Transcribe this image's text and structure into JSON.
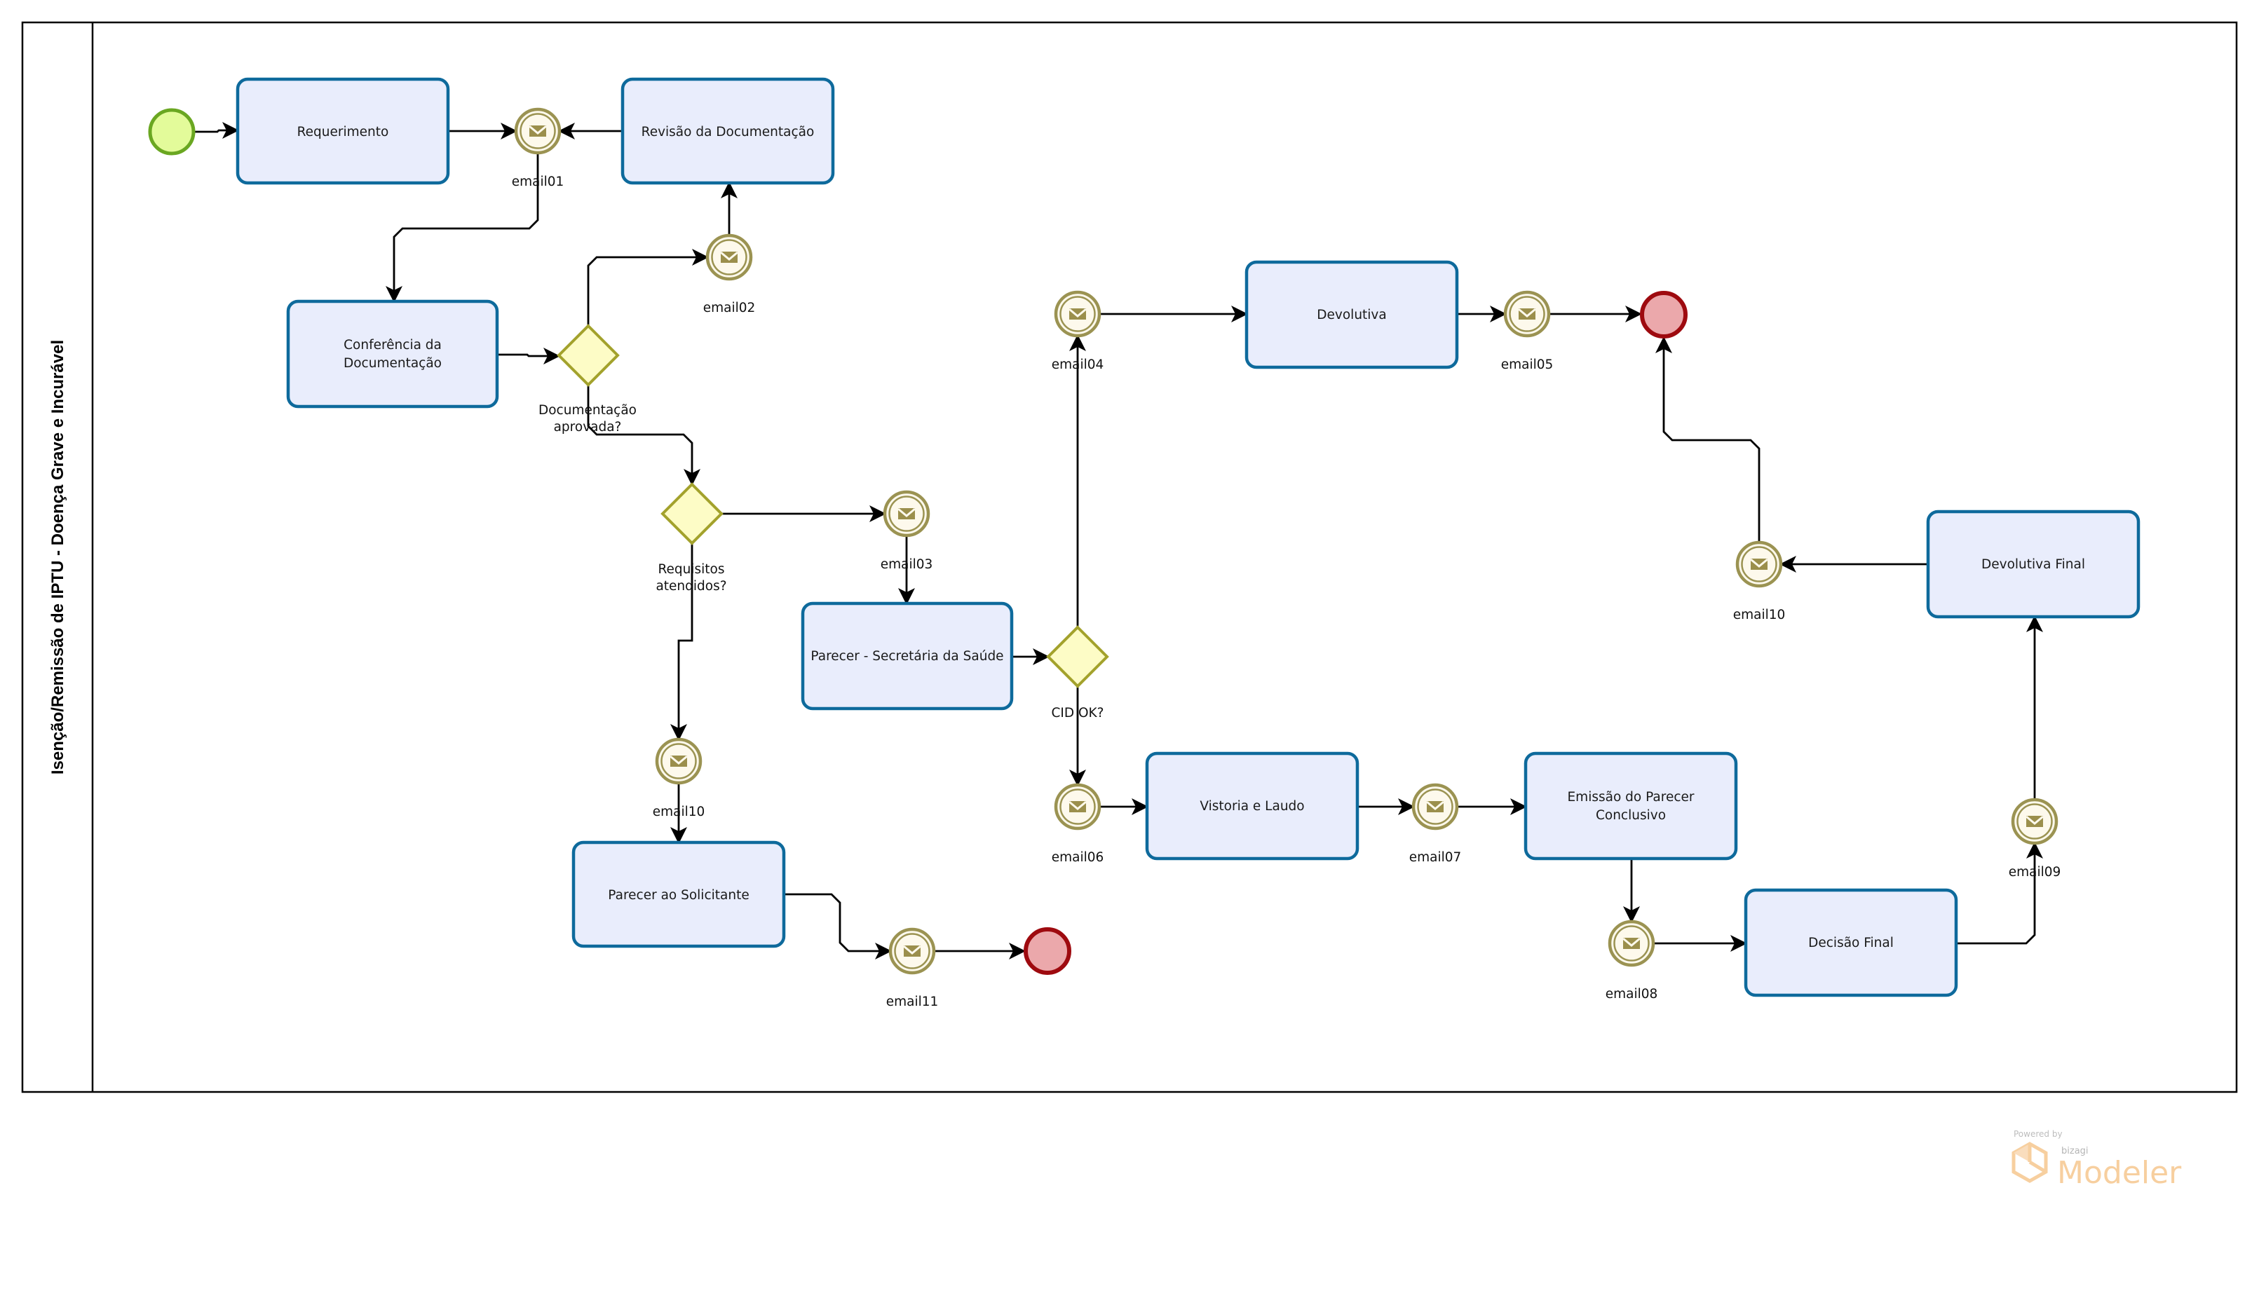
{
  "diagram": {
    "pool_title": "Isenção/Remissão de IPTU - Doença Grave e Incurável",
    "colors": {
      "task_fill": "#e9edfc",
      "task_border": "#0e6a9c",
      "gateway_fill": "#fdfcc6",
      "gateway_border": "#a3a22c",
      "start_fill": "#e3fb9a",
      "start_border": "#6aa721",
      "end_fill": "#eba8ab",
      "end_border": "#9e0a0f",
      "message_event": "#9b9352"
    },
    "start_event": {
      "id": "start",
      "label": ""
    },
    "end_events": [
      {
        "id": "end1",
        "label": ""
      },
      {
        "id": "end2",
        "label": ""
      }
    ],
    "tasks": [
      {
        "id": "requerimento",
        "lines": [
          "Requerimento"
        ]
      },
      {
        "id": "revisao",
        "lines": [
          "Revisão da Documentação"
        ]
      },
      {
        "id": "conferencia",
        "lines": [
          "Conferência da",
          "Documentação"
        ]
      },
      {
        "id": "parecer_saude",
        "lines": [
          "Parecer - Secretária da Saúde"
        ]
      },
      {
        "id": "devolutiva",
        "lines": [
          "Devolutiva"
        ]
      },
      {
        "id": "parecer_solicitante",
        "lines": [
          "Parecer ao Solicitante"
        ]
      },
      {
        "id": "vistoria",
        "lines": [
          "Vistoria e Laudo"
        ]
      },
      {
        "id": "emissao",
        "lines": [
          "Emissão do Parecer",
          "Conclusivo"
        ]
      },
      {
        "id": "decisao",
        "lines": [
          "Decisão Final"
        ]
      },
      {
        "id": "devolutiva_final",
        "lines": [
          "Devolutiva Final"
        ]
      }
    ],
    "gateways": [
      {
        "id": "gw_doc",
        "lines": [
          "Documentação",
          "aprovada?"
        ]
      },
      {
        "id": "gw_req",
        "lines": [
          "Requisitos",
          "atendidos?"
        ]
      },
      {
        "id": "gw_cid",
        "lines": [
          "CID OK?"
        ]
      }
    ],
    "message_events": [
      {
        "id": "e01",
        "label": "email01",
        "icon": "envelope-icon"
      },
      {
        "id": "e02",
        "label": "email02",
        "icon": "envelope-icon"
      },
      {
        "id": "e03",
        "label": "email03",
        "icon": "envelope-icon"
      },
      {
        "id": "e04",
        "label": "email04",
        "icon": "envelope-icon"
      },
      {
        "id": "e05",
        "label": "email05",
        "icon": "envelope-icon"
      },
      {
        "id": "e06",
        "label": "email06",
        "icon": "envelope-icon"
      },
      {
        "id": "e07",
        "label": "email07",
        "icon": "envelope-icon"
      },
      {
        "id": "e08",
        "label": "email08",
        "icon": "envelope-icon"
      },
      {
        "id": "e09",
        "label": "email09",
        "icon": "envelope-icon"
      },
      {
        "id": "e10a",
        "label": "email10",
        "icon": "envelope-icon"
      },
      {
        "id": "e10b",
        "label": "email10",
        "icon": "envelope-icon"
      },
      {
        "id": "e11",
        "label": "email11",
        "icon": "envelope-icon"
      }
    ],
    "flows": [
      {
        "from": "start",
        "to": "requerimento"
      },
      {
        "from": "requerimento",
        "to": "e01"
      },
      {
        "from": "revisao",
        "to": "e01"
      },
      {
        "from": "e01",
        "to": "conferencia"
      },
      {
        "from": "conferencia",
        "to": "gw_doc"
      },
      {
        "from": "gw_doc",
        "to": "e02"
      },
      {
        "from": "e02",
        "to": "revisao"
      },
      {
        "from": "gw_doc",
        "to": "gw_req"
      },
      {
        "from": "gw_req",
        "to": "e03"
      },
      {
        "from": "gw_req",
        "to": "e10a"
      },
      {
        "from": "e03",
        "to": "parecer_saude"
      },
      {
        "from": "parecer_saude",
        "to": "gw_cid"
      },
      {
        "from": "gw_cid",
        "to": "e04"
      },
      {
        "from": "gw_cid",
        "to": "e06"
      },
      {
        "from": "e04",
        "to": "devolutiva"
      },
      {
        "from": "devolutiva",
        "to": "e05"
      },
      {
        "from": "e05",
        "to": "end1"
      },
      {
        "from": "e10a",
        "to": "parecer_solicitante"
      },
      {
        "from": "parecer_solicitante",
        "to": "e11"
      },
      {
        "from": "e11",
        "to": "end2"
      },
      {
        "from": "e06",
        "to": "vistoria"
      },
      {
        "from": "vistoria",
        "to": "e07"
      },
      {
        "from": "e07",
        "to": "emissao"
      },
      {
        "from": "emissao",
        "to": "e08"
      },
      {
        "from": "e08",
        "to": "decisao"
      },
      {
        "from": "decisao",
        "to": "e09"
      },
      {
        "from": "e09",
        "to": "devolutiva_final"
      },
      {
        "from": "devolutiva_final",
        "to": "e10b"
      },
      {
        "from": "e10b",
        "to": "end1"
      }
    ]
  },
  "watermark": {
    "powered_by": "Powered by",
    "brand": "bizagi",
    "product": "Modeler"
  }
}
